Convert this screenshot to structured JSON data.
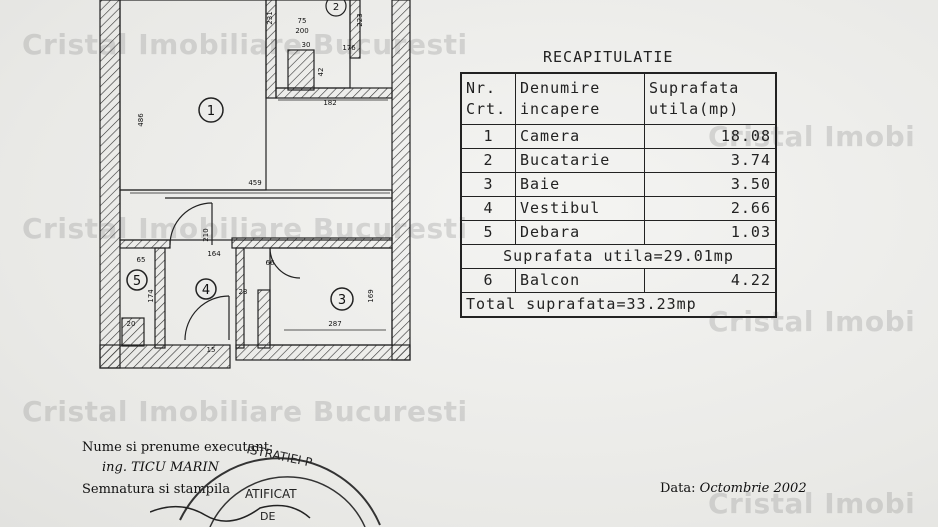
{
  "watermark": "Cristal Imobiliare Bucuresti",
  "watermark_short": "Cristal Imobi",
  "recap": {
    "title": "RECAPITULATIE",
    "header": {
      "nr": [
        "Nr.",
        "Crt."
      ],
      "name": [
        "Denumire",
        "incapere"
      ],
      "area": [
        "Suprafata",
        "utila(mp)"
      ]
    },
    "rows": [
      {
        "nr": "1",
        "name": "Camera",
        "area": "18.08"
      },
      {
        "nr": "2",
        "name": "Bucatarie",
        "area": "3.74"
      },
      {
        "nr": "3",
        "name": "Baie",
        "area": "3.50"
      },
      {
        "nr": "4",
        "name": "Vestibul",
        "area": "2.66"
      },
      {
        "nr": "5",
        "name": "Debara",
        "area": "1.03"
      }
    ],
    "subtotal": "Suprafata utila=29.01mp",
    "balcon": {
      "nr": "6",
      "name": "Balcon",
      "area": "4.22"
    },
    "total": "Total suprafata=33.23mp"
  },
  "plan": {
    "rooms": [
      "1",
      "2",
      "3",
      "4",
      "5"
    ],
    "dims": {
      "d231": "231",
      "d75": "75",
      "d200": "200",
      "d30": "30",
      "d176": "176",
      "d223": "223",
      "d182": "182",
      "d486": "486",
      "d459": "459",
      "d210": "210",
      "d164": "164",
      "d65": "65",
      "d174": "174",
      "d23": "23",
      "d66": "66",
      "d169": "169",
      "d287": "287",
      "d20": "20",
      "d42": "42",
      "d15": "15"
    }
  },
  "footer": {
    "executant_label": "Nume si prenume executant:",
    "executant_name": "ing. TICU MARIN",
    "signature_label": "Semnatura si stampila",
    "date_label": "Data:",
    "date_value": "Octombrie 2002",
    "stamp_top": "ISTRATIEI P",
    "stamp_mid": "ATIFICAT",
    "stamp_low": "DE"
  }
}
